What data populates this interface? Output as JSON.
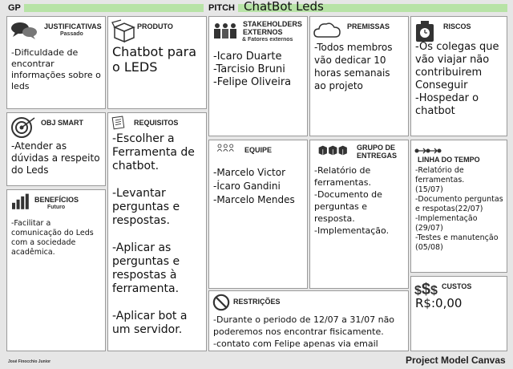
{
  "header": {
    "gp_label": "GP",
    "pitch_label": "PITCH",
    "title": "ChatBot Leds",
    "bar_color": "#b7e3a6"
  },
  "panels": {
    "justificativas": {
      "label": "JUSTIFICATIVAS",
      "sub": "Passado",
      "icon": "speech-bubbles-icon",
      "text": "-Dificuldade de encontrar informações sobre o leds"
    },
    "produto": {
      "label": "PRODUTO",
      "icon": "box-icon",
      "text": "Chatbot para o LEDS"
    },
    "stakeholders": {
      "label": "STAKEHOLDERS EXTERNOS",
      "sub": "& Fatores externos",
      "icon": "people-icon",
      "text": "-Icaro Duarte\n-Tarcisio Bruni\n-Felipe Oliveira"
    },
    "premissas": {
      "label": "PREMISSAS",
      "icon": "cloud-icon",
      "text": "-Todos membros vão dedicar 10 horas semanais ao projeto"
    },
    "riscos": {
      "label": "RISCOS",
      "icon": "bomb-icon",
      "text": "-Os colegas que vão viajar não contribuirem\nConseguir\n-Hospedar o chatbot"
    },
    "obj_smart": {
      "label": "OBJ SMART",
      "icon": "target-icon",
      "text": "-Atender as dúvidas a respeito do Leds"
    },
    "requisitos": {
      "label": "REQUISITOS",
      "icon": "checklist-icon",
      "text": "-Escolher a Ferramenta de chatbot.\n\n-Levantar perguntas e respostas.\n\n-Aplicar as perguntas e respostas à ferramenta.\n\n-Aplicar bot a um servidor."
    },
    "equipe": {
      "label": "EQUIPE",
      "icon": "team-icon",
      "text": "-Marcelo Victor\n-Ícaro Gandini\n-Marcelo Mendes"
    },
    "grupo_entregas": {
      "label": "GRUPO DE ENTREGAS",
      "icon": "boxes-icon",
      "text": "-Relatório de ferramentas.\n-Documento de perguntas e resposta.\n-Implementação."
    },
    "linha_tempo": {
      "label": "LINHA DO TEMPO",
      "icon": "timeline-icon",
      "text": "-Relatório de ferramentas.\n(15/07)\n-Documento perguntas e respotas(22/07)\n-Implementação\n(29/07)\n-Testes e manutenção\n(05/08)"
    },
    "beneficios": {
      "label": "BENEFÍCIOS",
      "sub": "Futuro",
      "icon": "chart-icon",
      "text": "-Facilitar a comunicação do Leds com a sociedade acadêmica."
    },
    "restricoes": {
      "label": "RESTRIÇÕES",
      "icon": "prohibited-icon",
      "text": "-Durante o periodo de 12/07 a 31/07 não poderemos nos encontrar fisicamente.\n-contato com Felipe apenas via email"
    },
    "custos": {
      "label": "CUSTOS",
      "icon": "dollar-icon",
      "text": "R$:0,00"
    }
  },
  "footer": {
    "author": "José Finocchio Junior",
    "brand": "Project Model Canvas"
  }
}
